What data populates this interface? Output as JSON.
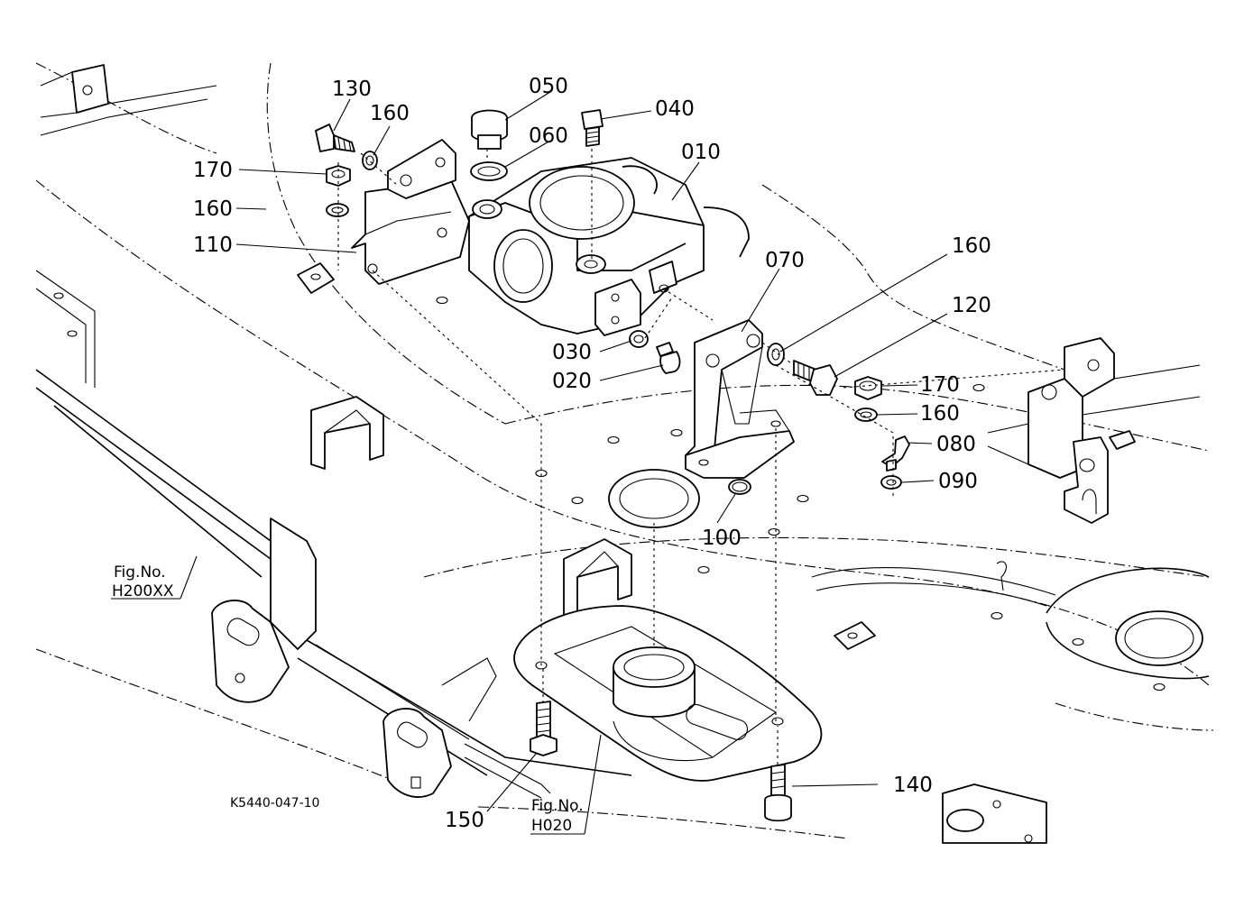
{
  "drawing_code": "K5440-047-10",
  "callouts": [
    {
      "id": "010",
      "text": "010"
    },
    {
      "id": "020",
      "text": "020"
    },
    {
      "id": "030",
      "text": "030"
    },
    {
      "id": "040",
      "text": "040"
    },
    {
      "id": "050",
      "text": "050"
    },
    {
      "id": "060",
      "text": "060"
    },
    {
      "id": "070",
      "text": "070"
    },
    {
      "id": "080",
      "text": "080"
    },
    {
      "id": "090",
      "text": "090"
    },
    {
      "id": "100",
      "text": "100"
    },
    {
      "id": "110",
      "text": "110"
    },
    {
      "id": "120",
      "text": "120"
    },
    {
      "id": "130",
      "text": "130"
    },
    {
      "id": "140",
      "text": "140"
    },
    {
      "id": "150",
      "text": "150"
    },
    {
      "id": "160a",
      "text": "160"
    },
    {
      "id": "160b",
      "text": "160"
    },
    {
      "id": "160c",
      "text": "160"
    },
    {
      "id": "160d",
      "text": "160"
    },
    {
      "id": "170a",
      "text": "170"
    },
    {
      "id": "170b",
      "text": "170"
    }
  ],
  "figure_refs": [
    {
      "line1": "Fig.No.",
      "line2": "H200XX"
    },
    {
      "line1": "Fig.No.",
      "line2": "H020"
    }
  ]
}
